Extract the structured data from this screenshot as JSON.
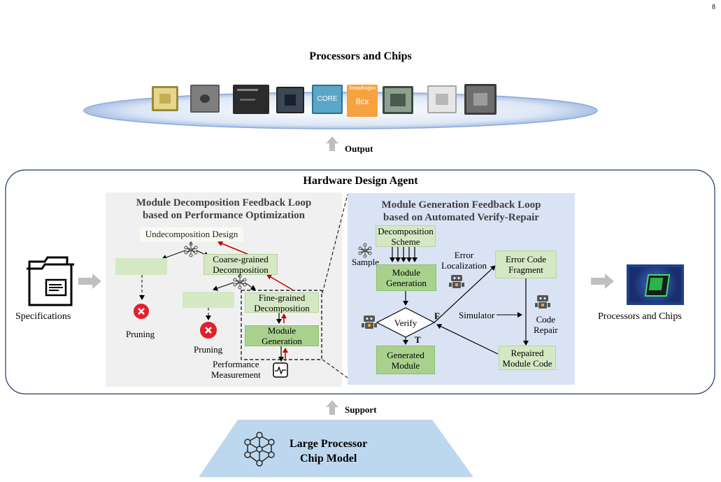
{
  "page_number": "8",
  "top": {
    "title": "Processors and Chips",
    "output_label": "Output",
    "chips": [
      {
        "name": "chip-1",
        "color": "#c8b878",
        "text": ""
      },
      {
        "name": "chip-2",
        "color": "#8a8a8a",
        "text": ""
      },
      {
        "name": "chip-3",
        "color": "#2a2a2a",
        "text": ""
      },
      {
        "name": "chip-4",
        "color": "#405060",
        "text": ""
      },
      {
        "name": "chip-5",
        "color": "#5aa6c8",
        "text": "CORE"
      },
      {
        "name": "chip-6",
        "color": "#f4a340",
        "text": "8cx"
      },
      {
        "name": "chip-7",
        "color": "#566a5c",
        "text": ""
      },
      {
        "name": "chip-8",
        "color": "#d9d9d9",
        "text": ""
      },
      {
        "name": "chip-9",
        "color": "#707070",
        "text": ""
      }
    ],
    "chip6_label": "Snapdragon"
  },
  "agent": {
    "title": "Hardware Design Agent",
    "specifications": "Specifications",
    "processors_chips": "Processors and Chips",
    "left_panel": {
      "title_line1": "Module Decomposition Feedback Loop",
      "title_line2": "based on Performance Optimization",
      "undecomposition": "Undecomposition Design",
      "coarse_line1": "Coarse-grained",
      "coarse_line2": "Decomposition",
      "fine_line1": "Fine-grained",
      "fine_line2": "Decomposition",
      "module_line1": "Module",
      "module_line2": "Generation",
      "pruning_1": "Pruning",
      "pruning_2": "Pruning",
      "perf_line1": "Performance",
      "perf_line2": "Measurement"
    },
    "right_panel": {
      "title_line1": "Module Generation Feedback Loop",
      "title_line2": "based on Automated Verify-Repair",
      "decomp_line1": "Decomposition",
      "decomp_line2": "Scheme",
      "sample": "Sample",
      "module_line1": "Module",
      "module_line2": "Generation",
      "error_loc_line1": "Error",
      "error_loc_line2": "Localization",
      "error_code_line1": "Error Code",
      "error_code_line2": "Fragment",
      "verify": "Verify",
      "false_label": "F",
      "true_label": "T",
      "simulator": "Simulator",
      "code_repair_line1": "Code",
      "code_repair_line2": "Repair",
      "generated_line1": "Generated",
      "generated_line2": "Module",
      "repaired_line1": "Repaired",
      "repaired_line2": "Module Code"
    }
  },
  "bottom": {
    "support_label": "Support",
    "model_line1": "Large Processor",
    "model_line2": "Chip Model"
  },
  "colors": {
    "left_panel_bg": "#f0f0f0",
    "right_panel_bg": "#dae3f3",
    "green_light": "#d5e8c4",
    "green_dark": "#a9d18e",
    "trapezoid": "#bdd7ee",
    "ellipse": "#dae3f3",
    "prune_red": "#e0202c",
    "feedback_red": "#c00000"
  }
}
